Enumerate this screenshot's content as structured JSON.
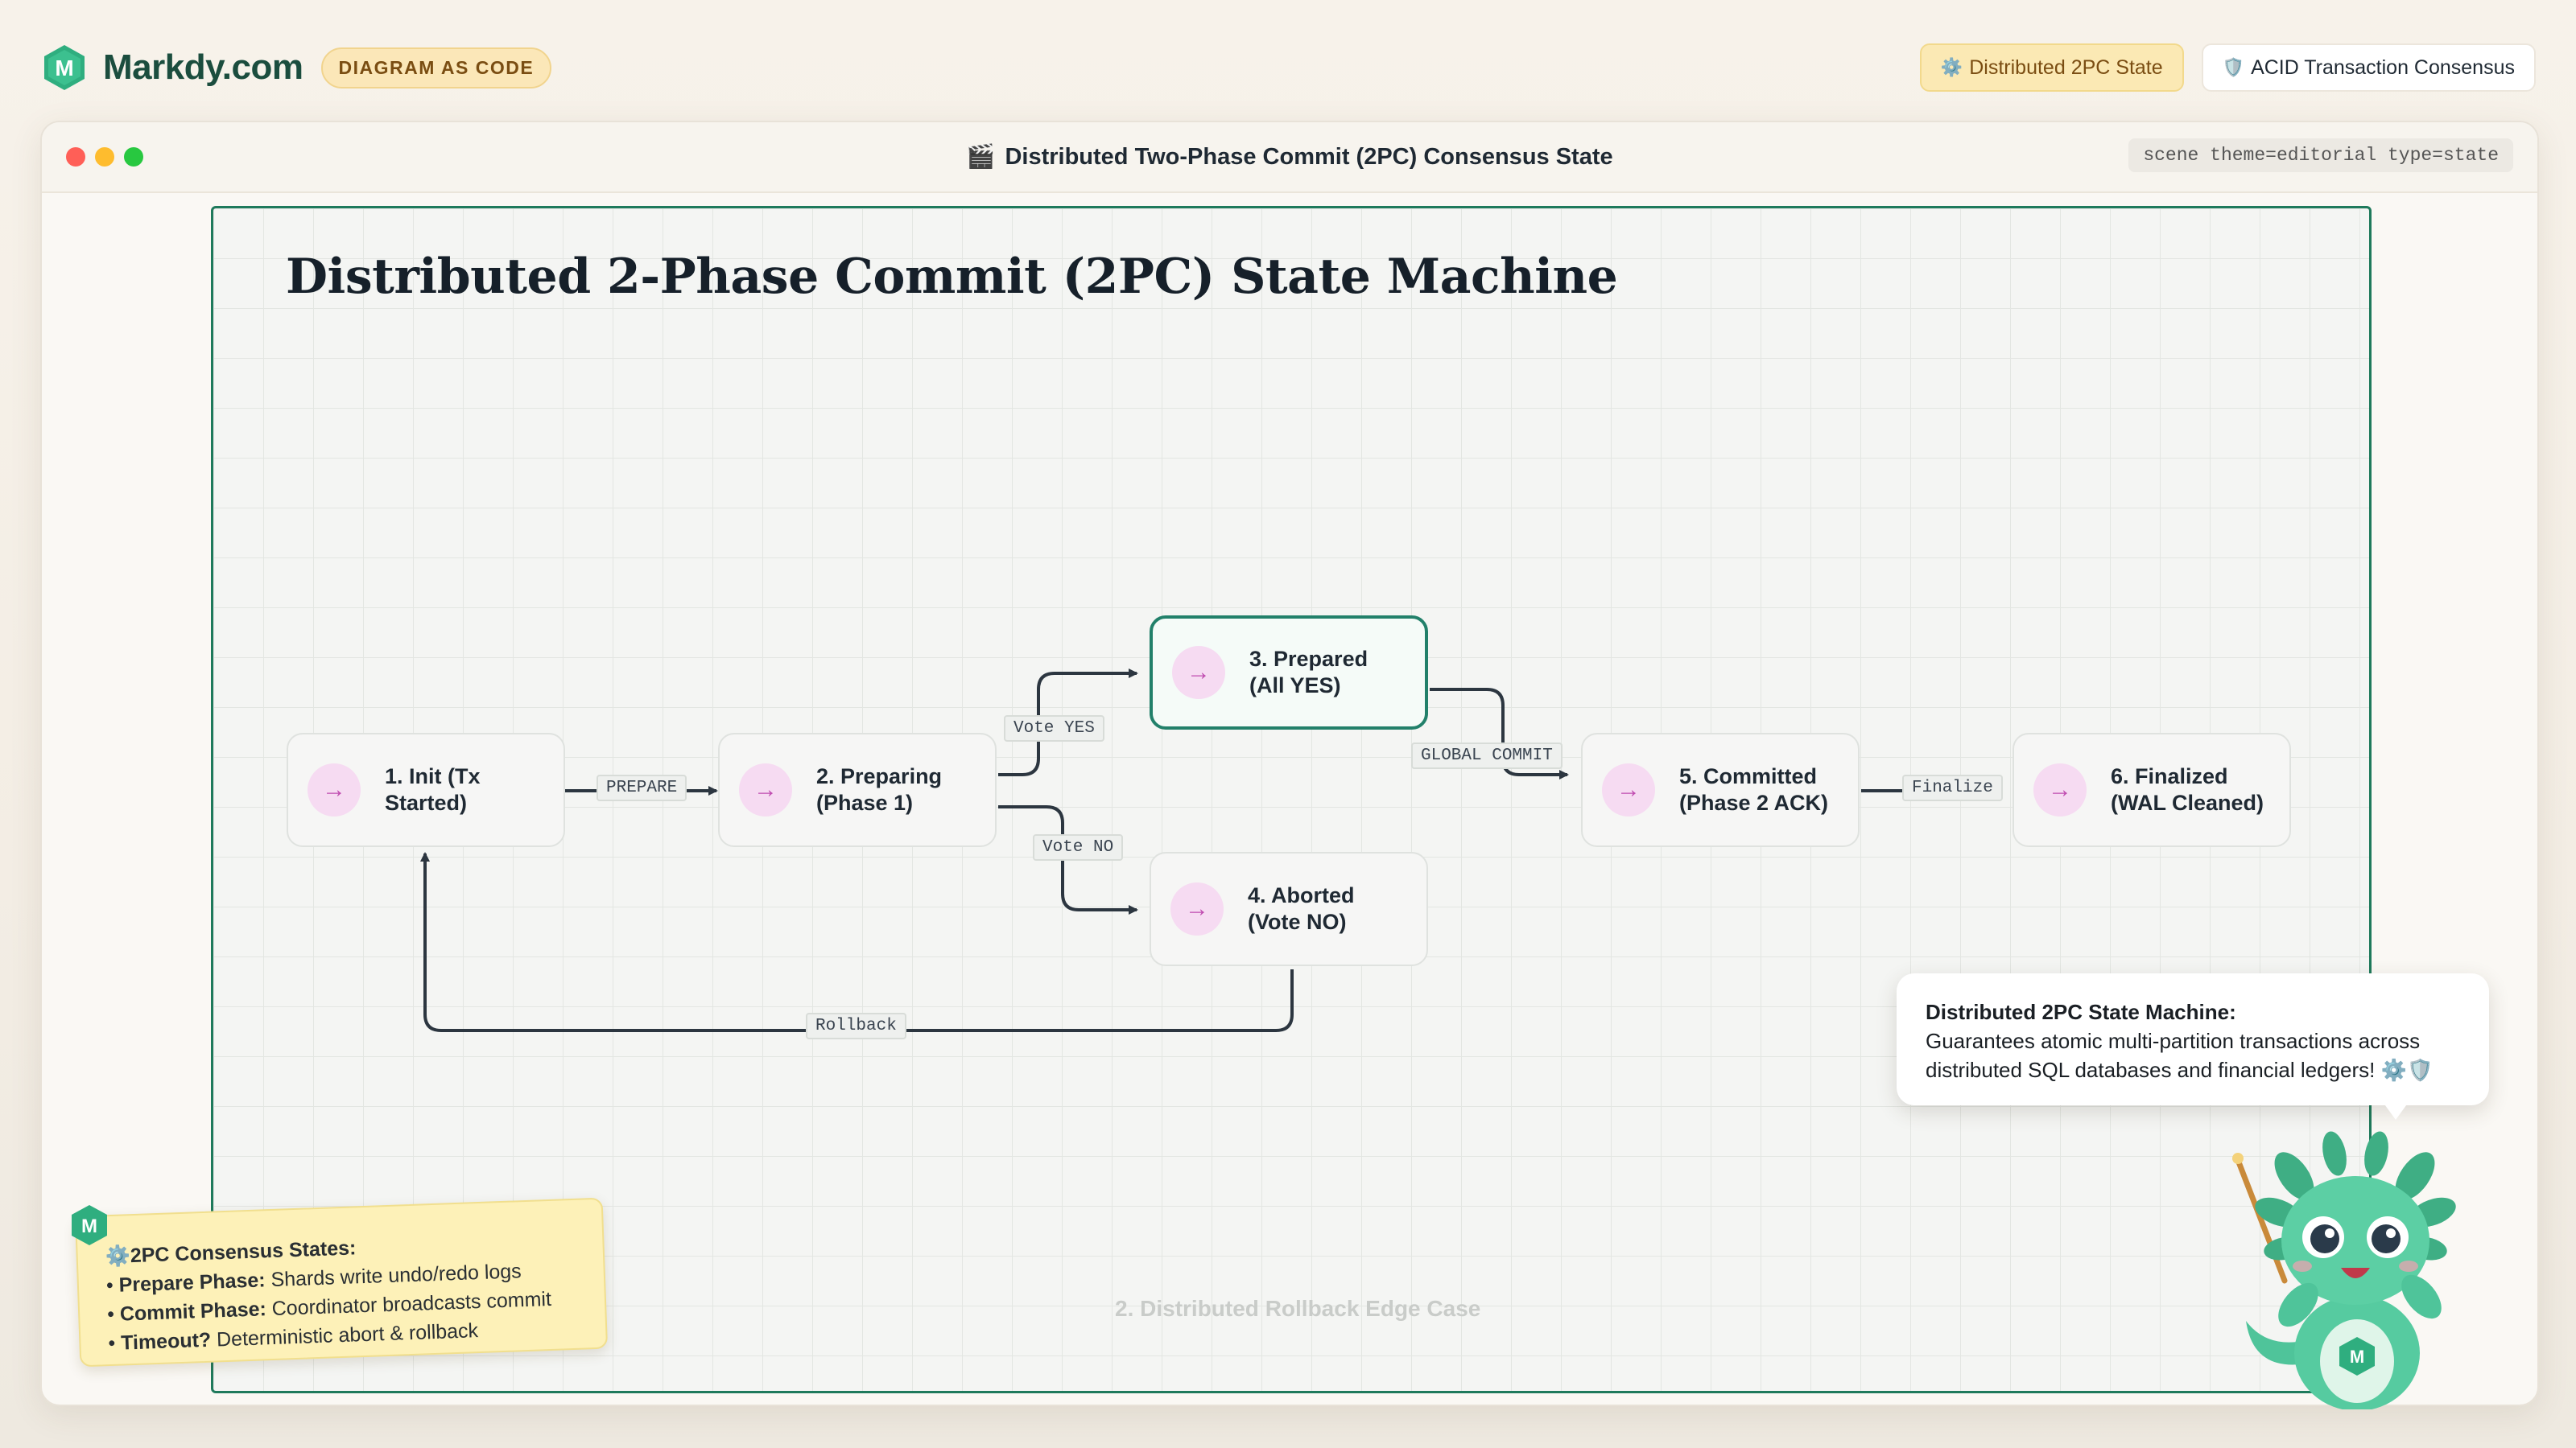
{
  "brand": {
    "name": "Markdy.com",
    "tag": "DIAGRAM AS CODE",
    "logo_letter": "M"
  },
  "header_pills": [
    {
      "icon": "⚙️",
      "label": "Distributed 2PC State"
    },
    {
      "icon": "🛡️",
      "label": "ACID Transaction Consensus"
    }
  ],
  "window": {
    "title_icon": "🎬",
    "title": "Distributed Two-Phase Commit (2PC) Consensus State",
    "scene_code": "scene theme=editorial type=state"
  },
  "diagram": {
    "title": "Distributed 2-Phase Commit (2PC) State Machine",
    "subtitle": "2. Distributed Rollback Edge Case",
    "nodes": [
      {
        "id": "init",
        "label": "1. Init (Tx\nStarted)",
        "active": false
      },
      {
        "id": "preparing",
        "label": "2. Preparing\n(Phase 1)",
        "active": false
      },
      {
        "id": "prepared",
        "label": "3. Prepared\n(All YES)",
        "active": true
      },
      {
        "id": "aborted",
        "label": "4. Aborted\n(Vote NO)",
        "active": false
      },
      {
        "id": "committed",
        "label": "5. Committed\n(Phase 2 ACK)",
        "active": false
      },
      {
        "id": "finalized",
        "label": "6. Finalized\n(WAL Cleaned)",
        "active": false
      }
    ],
    "edges": [
      {
        "from": "init",
        "to": "preparing",
        "label": "PREPARE"
      },
      {
        "from": "preparing",
        "to": "prepared",
        "label": "Vote YES"
      },
      {
        "from": "preparing",
        "to": "aborted",
        "label": "Vote NO"
      },
      {
        "from": "prepared",
        "to": "committed",
        "label": "GLOBAL COMMIT"
      },
      {
        "from": "committed",
        "to": "finalized",
        "label": "Finalize"
      },
      {
        "from": "aborted",
        "to": "init",
        "label": "Rollback"
      }
    ],
    "node_icon": "→"
  },
  "sticky_note": {
    "title_icon": "⚙️",
    "title": "2PC Consensus States:",
    "items": [
      {
        "bold": "Prepare Phase:",
        "text": " Shards write undo/redo logs"
      },
      {
        "bold": "Commit Phase:",
        "text": " Coordinator broadcasts commit"
      },
      {
        "bold": "Timeout?",
        "text": " Deterministic abort & rollback"
      }
    ]
  },
  "callout": {
    "title": "Distributed 2PC State Machine:",
    "body": "Guarantees atomic multi-partition transactions across distributed SQL databases and financial ledgers! ⚙️🛡️"
  },
  "colors": {
    "accent": "#1f7a5c",
    "brand": "#1b4d3e",
    "node_icon_bg": "#f6dbf2",
    "sticky": "#fdf1b8"
  }
}
